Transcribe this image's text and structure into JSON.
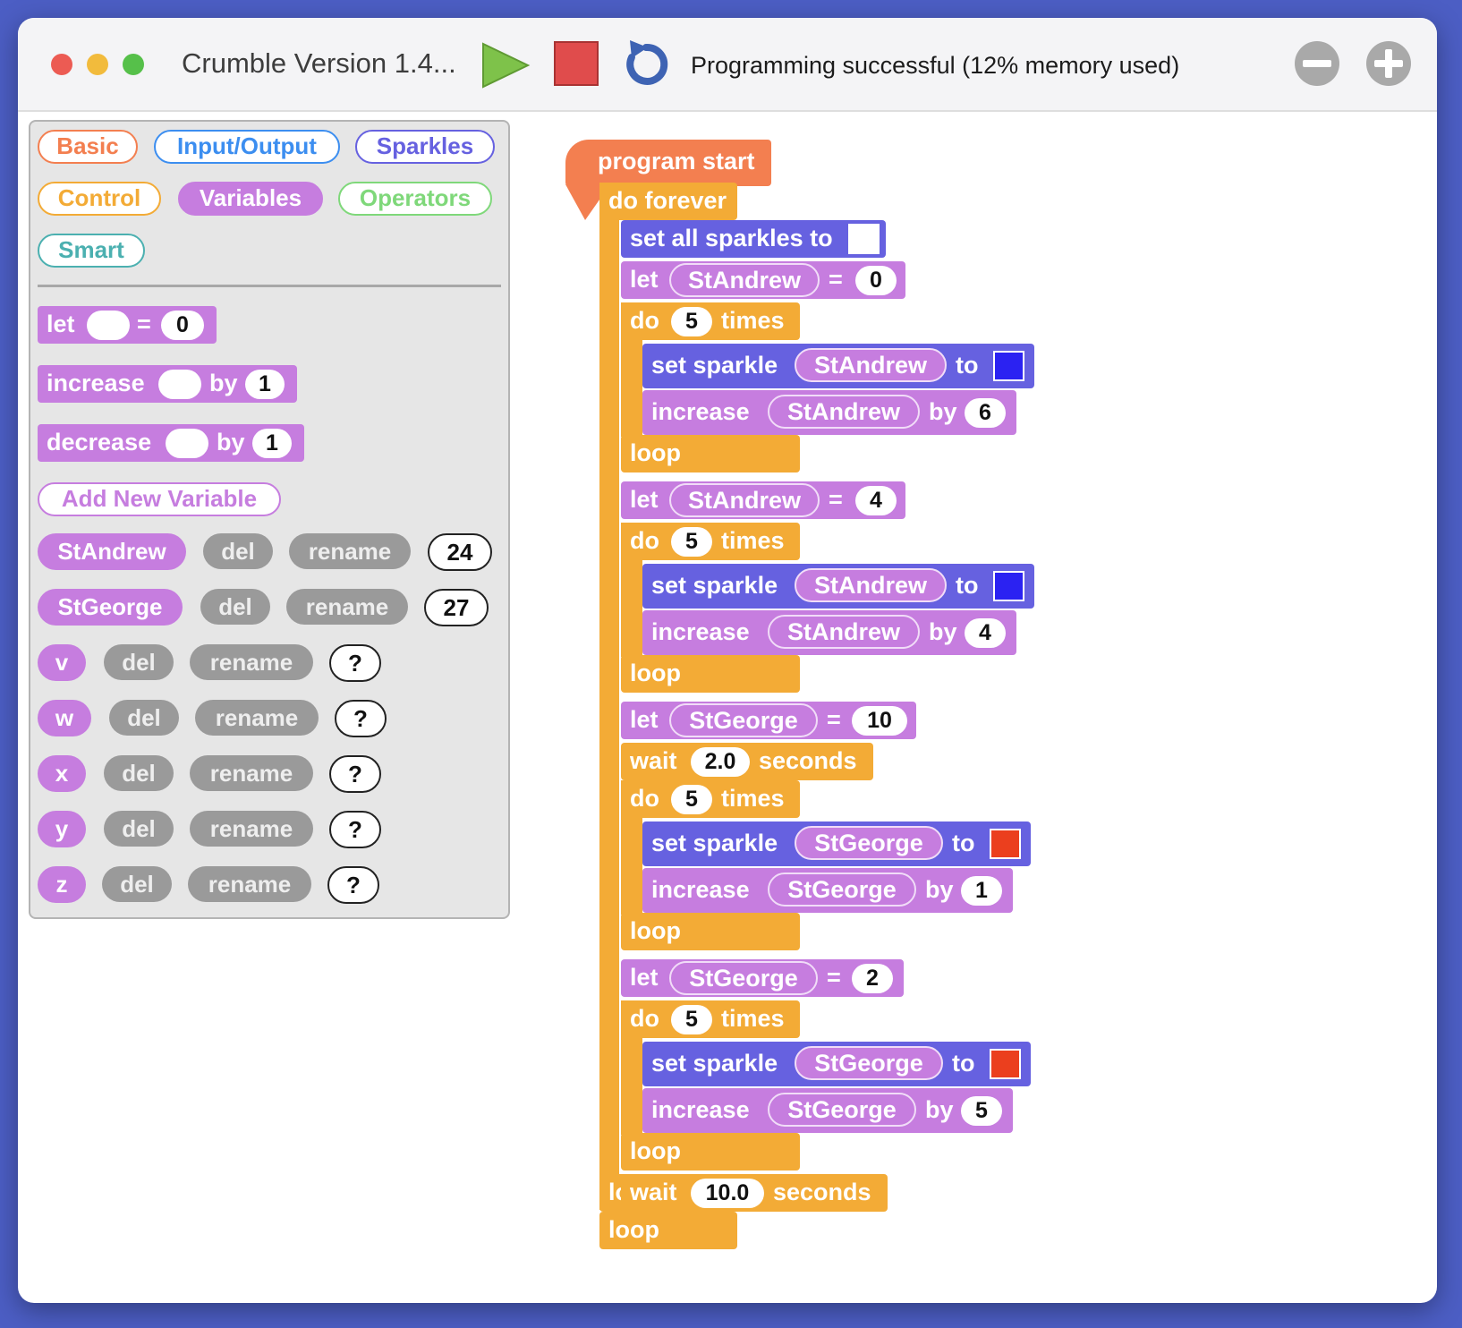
{
  "window": {
    "title": "Crumble Version 1.4...",
    "status": "Programming successful (12% memory used)",
    "controls": [
      "close",
      "minimize",
      "zoom"
    ],
    "toolbar_icons": [
      "play-icon",
      "stop-icon",
      "reload-icon",
      "zoom-out-icon",
      "zoom-in-icon"
    ]
  },
  "categories": {
    "basic": "Basic",
    "io": "Input/Output",
    "sparkles": "Sparkles",
    "control": "Control",
    "variables": "Variables",
    "operators": "Operators",
    "smart": "Smart"
  },
  "palette": {
    "let": {
      "label": "let",
      "eq": "=",
      "value": "0"
    },
    "increase": {
      "label": "increase",
      "by": "by",
      "value": "1"
    },
    "decrease": {
      "label": "decrease",
      "by": "by",
      "value": "1"
    },
    "add_variable": "Add New Variable",
    "del_label": "del",
    "rename_label": "rename",
    "variables": [
      {
        "name": "StAndrew",
        "value": "24"
      },
      {
        "name": "StGeorge",
        "value": "27"
      },
      {
        "name": "v",
        "value": "?"
      },
      {
        "name": "w",
        "value": "?"
      },
      {
        "name": "x",
        "value": "?"
      },
      {
        "name": "y",
        "value": "?"
      },
      {
        "name": "z",
        "value": "?"
      }
    ]
  },
  "program": {
    "start": "program start",
    "forever": "do forever",
    "loop": "loop",
    "set_all": "set all sparkles to",
    "set_sparkle": "set sparkle",
    "to": "to",
    "increase": "increase",
    "by": "by",
    "let": "let",
    "eq": "=",
    "do": "do",
    "times": "times",
    "wait": "wait",
    "seconds": "seconds",
    "var_standrew": "StAndrew",
    "var_stgeorge": "StGeorge",
    "vals": {
      "let1": "0",
      "do1": "5",
      "inc1": "6",
      "let2": "4",
      "do2": "5",
      "inc2": "4",
      "let3": "10",
      "wait1": "2.0",
      "do3": "5",
      "inc3": "1",
      "let4": "2",
      "do4": "5",
      "inc4": "5",
      "wait2": "10.0"
    },
    "colors": {
      "white": "#ffffff",
      "blue": "#2b22f2",
      "red": "#eb3f1e"
    }
  },
  "colors": {
    "variables": "#c67ddf",
    "control": "#f3ab36",
    "sparkles": "#6661e0",
    "basic": "#f37f50",
    "io": "#3c8ef0",
    "operators": "#7fd87a",
    "smart": "#4bb0b0"
  }
}
